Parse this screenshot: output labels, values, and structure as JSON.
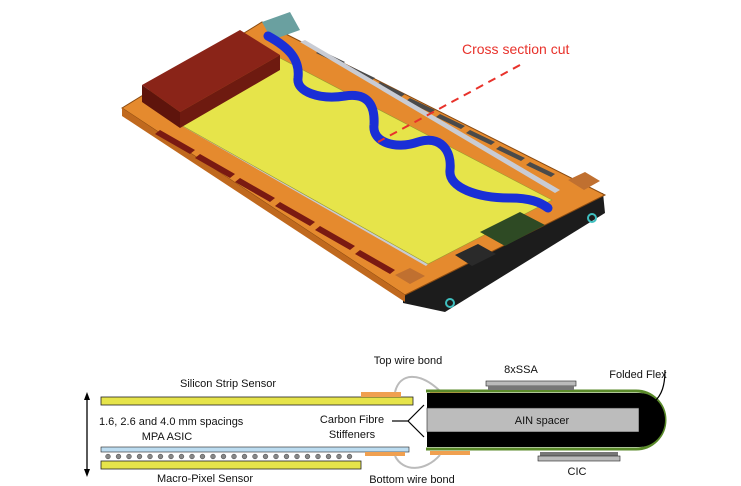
{
  "figure": {
    "callout": "Cross section cut",
    "labels": {
      "silicon_strip_sensor": "Silicon Strip Sensor",
      "spacings": "1.6, 2.6 and 4.0 mm spacings",
      "mpa_asic": "MPA ASIC",
      "macro_pixel_sensor": "Macro-Pixel Sensor",
      "top_wire_bond": "Top wire bond",
      "bottom_wire_bond": "Bottom wire bond",
      "carbon_fibre": "Carbon Fibre",
      "stiffeners": "Stiffeners",
      "ain_spacer": "AIN spacer",
      "ssa": "8xSSA",
      "folded_flex": "Folded Flex",
      "cic": "CIC"
    },
    "colors": {
      "sensor": "#e6e44a",
      "flex_blue": "#1a2fd6",
      "board_orange": "#e58a2e",
      "box_red": "#7a1a12",
      "callout_red": "#e8322b",
      "pad_orange": "#f0a050",
      "flex_green": "#5a8a2a",
      "asic_blue": "#bcdcf0"
    }
  }
}
